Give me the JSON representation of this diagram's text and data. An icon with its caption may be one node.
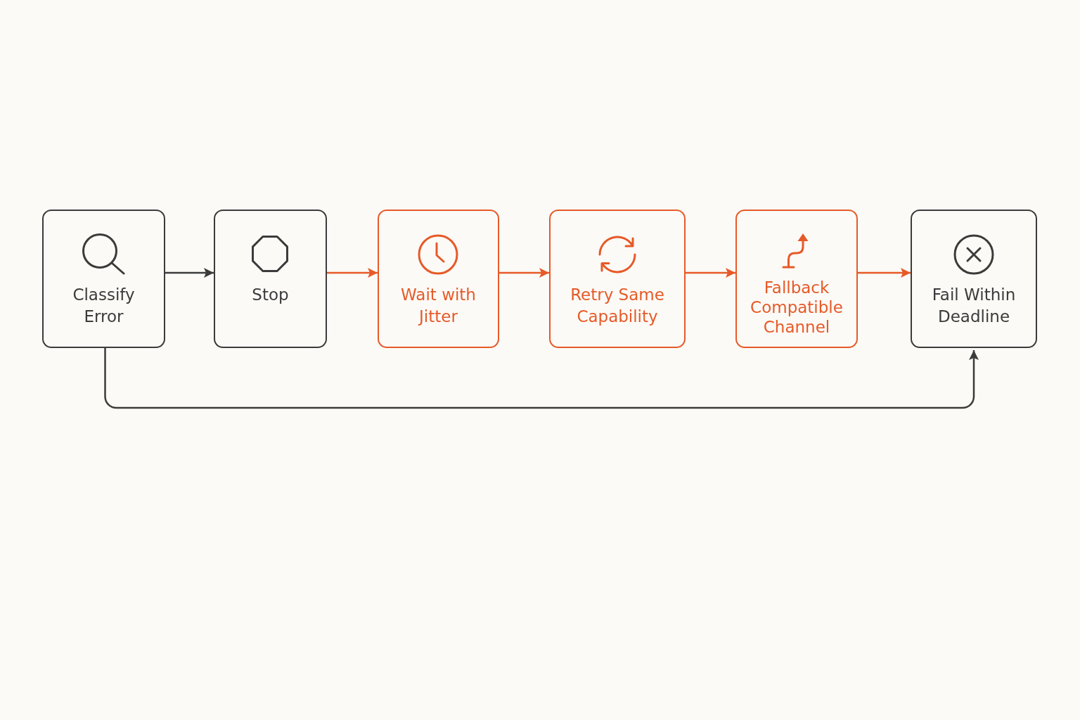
{
  "diagram": {
    "nodes": [
      {
        "text": [
          "Classify Error"
        ]
      },
      {
        "text": [
          "Stop"
        ]
      },
      {
        "text": [
          "Wait with Jitter"
        ]
      },
      {
        "text": [
          "Retry Same Capability"
        ]
      },
      {
        "text": [
          "Fallback Compatible Channel"
        ]
      },
      {
        "text": [
          "Fail Within Deadline"
        ]
      }
    ],
    "edges": [
      {
        "from": 0,
        "to": 1,
        "arrow": "to",
        "color": "#3b3b3b"
      },
      {
        "from": 1,
        "to": 2,
        "arrow": "to"
      },
      {
        "from": 2,
        "to": 3,
        "arrow": "to"
      },
      {
        "from": 3,
        "to": 4,
        "arrow": "to"
      },
      {
        "from": 4,
        "to": 5,
        "arrow": "to"
      },
      {
        "from": 0,
        "to": 5,
        "arrow": "to",
        "color": "#3b3b3b"
      }
    ]
  }
}
